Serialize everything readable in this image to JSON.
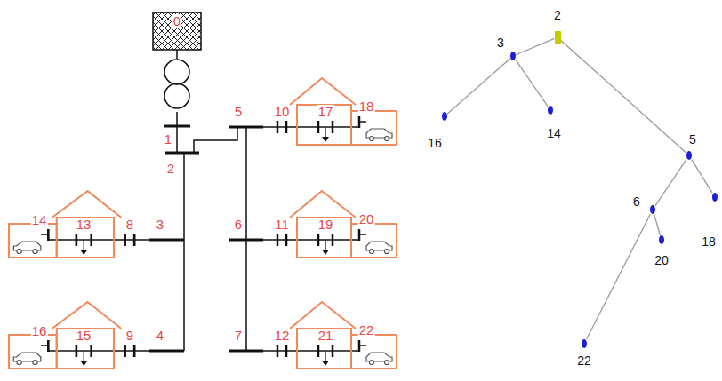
{
  "diagram": {
    "nodes": [
      {
        "text": [
          "2"
        ]
      },
      {
        "text": [
          "3"
        ]
      },
      {
        "text": [
          "16"
        ]
      },
      {
        "text": [
          "14"
        ]
      },
      {
        "text": [
          "5"
        ]
      },
      {
        "text": [
          "6"
        ]
      },
      {
        "text": [
          "18"
        ]
      },
      {
        "text": [
          "20"
        ]
      },
      {
        "text": [
          "22"
        ]
      }
    ],
    "edges": [
      {
        "from": 0,
        "to": 1,
        "arrow": "none"
      },
      {
        "from": 1,
        "to": 2,
        "arrow": "none"
      },
      {
        "from": 1,
        "to": 3,
        "arrow": "none"
      },
      {
        "from": 0,
        "to": 4,
        "arrow": "none"
      },
      {
        "from": 4,
        "to": 5,
        "arrow": "none"
      },
      {
        "from": 4,
        "to": 6,
        "arrow": "none"
      },
      {
        "from": 5,
        "to": 7,
        "arrow": "none"
      },
      {
        "from": 5,
        "to": 8,
        "arrow": "none"
      }
    ],
    "labels": [
      "0",
      "1",
      "2",
      "5",
      "10",
      "17",
      "18",
      "14",
      "13",
      "8",
      "3",
      "6",
      "11",
      "19",
      "20",
      "16",
      "15",
      "9",
      "4",
      "7",
      "12",
      "21",
      "22"
    ]
  }
}
